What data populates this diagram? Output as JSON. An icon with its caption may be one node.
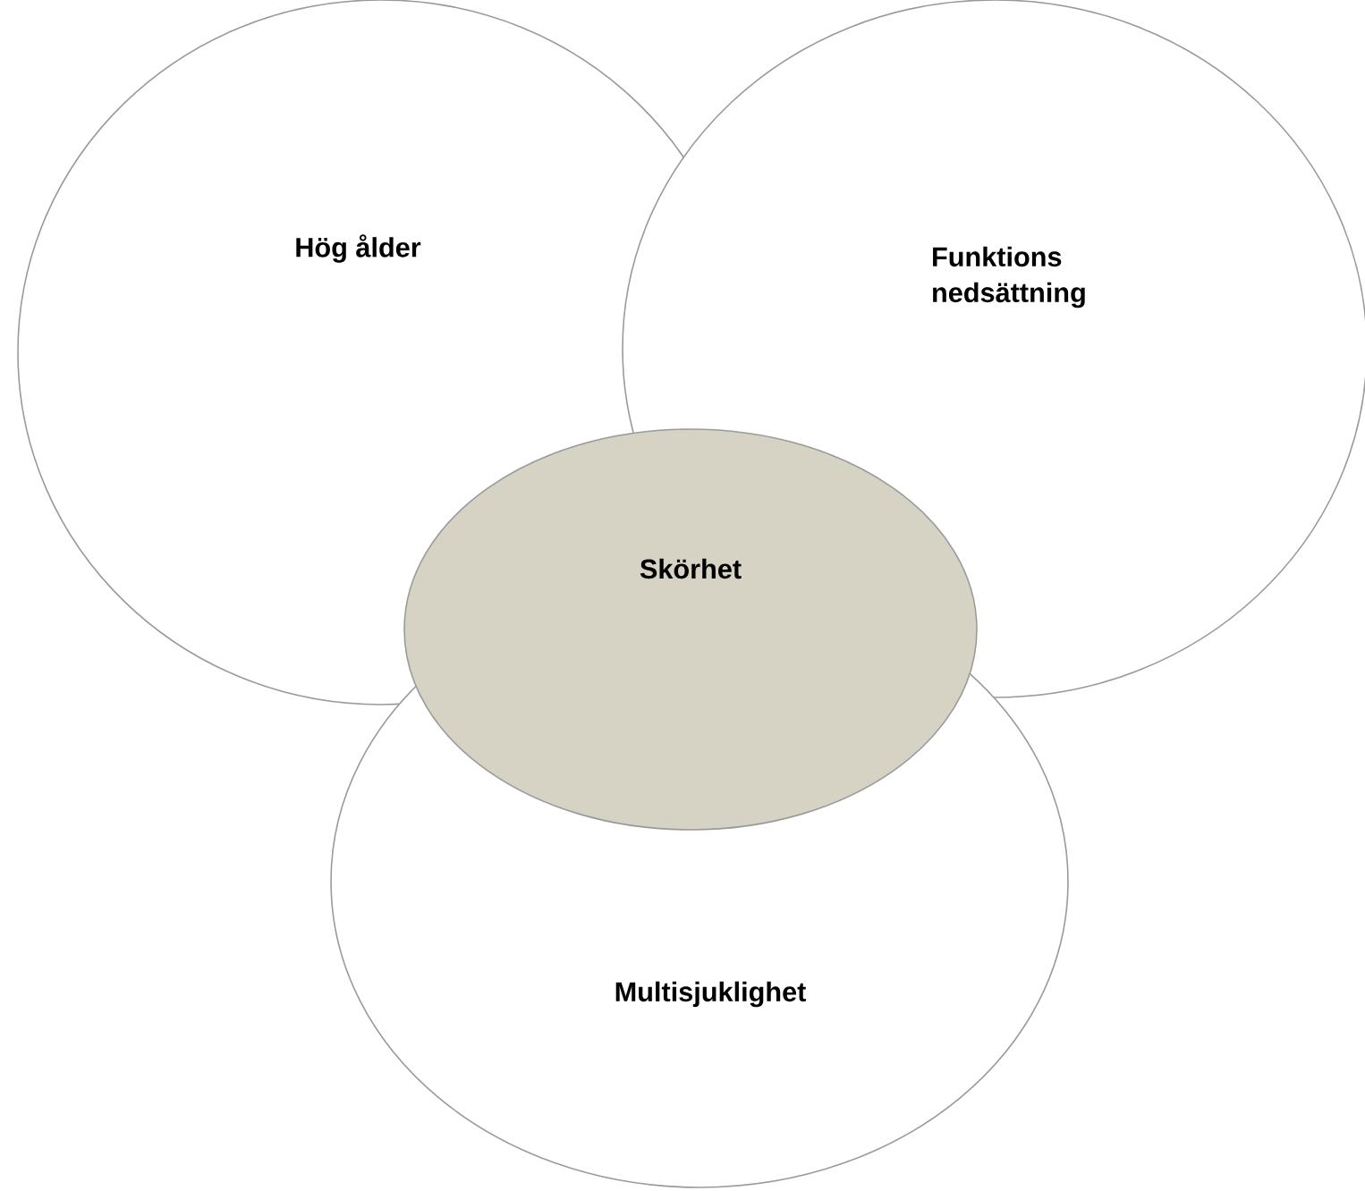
{
  "diagram": {
    "nodes": [
      {
        "text": [
          "Hög ålder"
        ]
      },
      {
        "text": [
          "Funktions nedsättning"
        ]
      },
      {
        "text": [
          "Multisjuklighet"
        ]
      },
      {
        "text": [
          "Skörhet"
        ]
      }
    ]
  }
}
